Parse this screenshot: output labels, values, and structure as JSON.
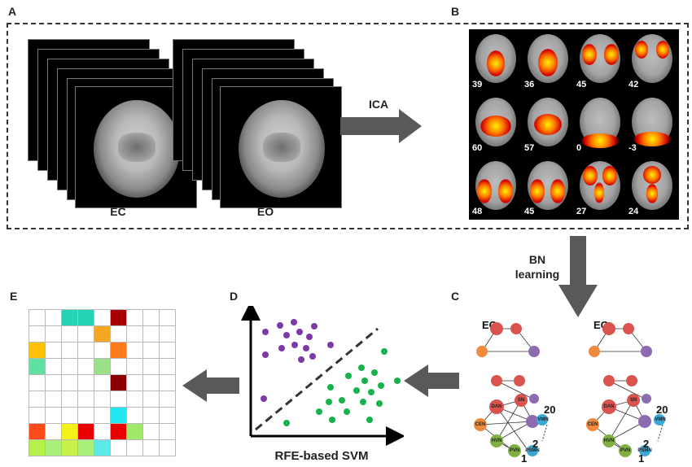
{
  "panels": {
    "a": "A",
    "b": "B",
    "c": "C",
    "d": "D",
    "e": "E"
  },
  "panel_a": {
    "ec_label": "EC",
    "eo_label": "EO"
  },
  "arrows": {
    "ica": "ICA",
    "bn_line1": "BN",
    "bn_line2": "learning"
  },
  "panel_b": {
    "slices": [
      "39",
      "36",
      "45",
      "42",
      "60",
      "57",
      "0",
      "-3",
      "48",
      "45",
      "27",
      "24"
    ]
  },
  "panel_c": {
    "ec_title": "EC",
    "eo_title": "EO",
    "count_top": "20",
    "count_mid": "2",
    "count_bottom": "1",
    "nodes": [
      "DAN",
      "SN",
      "CEN",
      "HVN",
      "PVN",
      "VMN",
      "PSMN"
    ]
  },
  "panel_d": {
    "caption": "RFE-based SVM"
  },
  "colors": {
    "arrow": "#595959",
    "purple": "#7b3aa6",
    "green": "#17b14d"
  }
}
